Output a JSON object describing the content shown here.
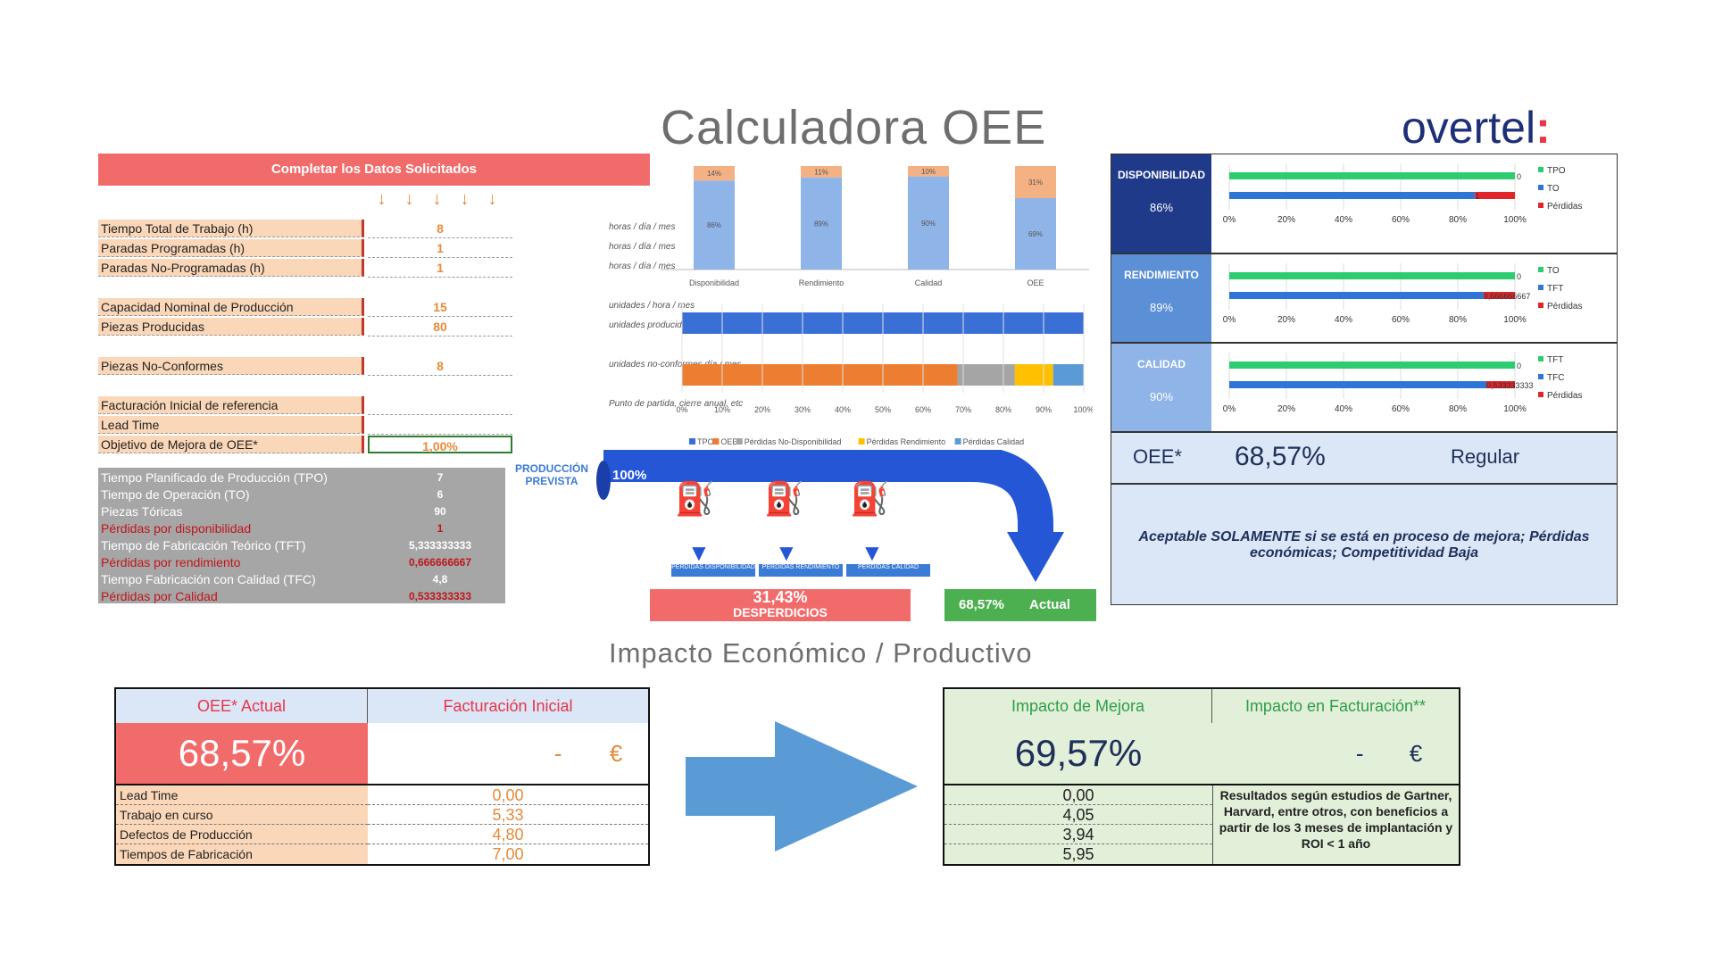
{
  "title": "Calculadora OEE",
  "logo": {
    "text": "overtel",
    "colon": ":"
  },
  "form": {
    "header": "Completar los Datos Solicitados",
    "arrows": [
      "↓",
      "↓",
      "↓",
      "↓",
      "↓"
    ],
    "rows": [
      {
        "label": "Tiempo Total de Trabajo (h)",
        "value": "8",
        "unit": "horas / día / mes"
      },
      {
        "label": "Paradas Programadas (h)",
        "value": "1",
        "unit": "horas / día / mes"
      },
      {
        "label": "Paradas No-Programadas (h)",
        "value": "1",
        "unit": "horas / día / mes"
      },
      {
        "label": "Capacidad Nominal de Producción",
        "value": "15",
        "unit": "unidades / hora / mes"
      },
      {
        "label": "Piezas Producidas",
        "value": "80",
        "unit": "unidades producidas día / mes"
      },
      {
        "label": "Piezas No-Conformes",
        "value": "8",
        "unit": "unidades no-conformes día / mes"
      },
      {
        "label": "Facturación Inicial de referencia",
        "value": "",
        "unit": "Punto de partida, cierre anual, etc"
      },
      {
        "label": "Lead Time",
        "value": "",
        "unit": ""
      },
      {
        "label": "Objetivo de Mejora de OEE*",
        "value": "1,00%",
        "unit": ""
      }
    ]
  },
  "calc": [
    {
      "label": "Tiempo Planificado de Producción (TPO)",
      "value": "7",
      "red": false
    },
    {
      "label": "Tiempo de Operación (TO)",
      "value": "6",
      "red": false
    },
    {
      "label": "Piezas Tóricas",
      "value": "90",
      "red": false
    },
    {
      "label": "Pérdidas por disponibilidad",
      "value": "1",
      "red": true
    },
    {
      "label": "Tiempo de Fabricación Teórico (TFT)",
      "value": "5,333333333",
      "red": false
    },
    {
      "label": "Pérdidas por rendimiento",
      "value": "0,666666667",
      "red": true
    },
    {
      "label": "Tiempo Fabricación con Calidad (TFC)",
      "value": "4,8",
      "red": false
    },
    {
      "label": "Pérdidas por Calidad",
      "value": "0,533333333",
      "red": true
    }
  ],
  "chart_data": [
    {
      "type": "bar",
      "stacked": true,
      "categories": [
        "Disponibilidad",
        "Rendimiento",
        "Calidad",
        "OEE"
      ],
      "series": [
        {
          "values": [
            86,
            89,
            90,
            69
          ],
          "labels": [
            "86%",
            "89%",
            "90%",
            "69%"
          ]
        },
        {
          "values": [
            14,
            11,
            10,
            31
          ],
          "labels": [
            "14%",
            "11%",
            "10%",
            "31%"
          ]
        }
      ],
      "colors": {
        "base": "#8fb4e8",
        "top": "#f4b183"
      }
    },
    {
      "type": "bar",
      "orientation": "horizontal",
      "stacked": true,
      "xticks": [
        "0%",
        "10%",
        "20%",
        "30%",
        "40%",
        "50%",
        "60%",
        "70%",
        "80%",
        "90%",
        "100%"
      ],
      "legend": [
        "TPO",
        "OEE",
        "Pérdidas No-Disponibilidad",
        "Pérdidas Rendimiento",
        "Pérdidas Calidad"
      ],
      "bars": [
        {
          "segments": [
            100
          ]
        },
        {
          "segments": [
            68.57,
            14.29,
            9.52,
            7.62
          ]
        }
      ],
      "colors": [
        "#3a6fd6",
        "#ed7d31",
        "#a5a5a5",
        "#ffc000",
        "#5b9bd5"
      ]
    },
    {
      "type": "bar",
      "orientation": "horizontal",
      "section": "DISPONIBILIDAD",
      "percent": "86%",
      "xticks": [
        "0%",
        "20%",
        "40%",
        "60%",
        "80%",
        "100%"
      ],
      "legend": [
        "TPO",
        "TO",
        "Pérdidas"
      ],
      "bars": [
        {
          "name": "TPO",
          "value": 100
        },
        {
          "name": "TO",
          "value": 86,
          "loss": 14
        }
      ],
      "point_labels": [
        "0",
        "1"
      ]
    },
    {
      "type": "bar",
      "orientation": "horizontal",
      "section": "RENDIMIENTO",
      "percent": "89%",
      "xticks": [
        "0%",
        "20%",
        "40%",
        "60%",
        "80%",
        "100%"
      ],
      "legend": [
        "TO",
        "TFT",
        "Pérdidas"
      ],
      "bars": [
        {
          "name": "TO",
          "value": 100
        },
        {
          "name": "TFT",
          "value": 89,
          "loss": 11
        }
      ],
      "point_labels": [
        "0",
        "0,666666667"
      ]
    },
    {
      "type": "bar",
      "orientation": "horizontal",
      "section": "CALIDAD",
      "percent": "90%",
      "xticks": [
        "0%",
        "20%",
        "40%",
        "60%",
        "80%",
        "100%"
      ],
      "legend": [
        "TFT",
        "TFC",
        "Pérdidas"
      ],
      "bars": [
        {
          "name": "TFT",
          "value": 100
        },
        {
          "name": "TFC",
          "value": 90,
          "loss": 10
        }
      ],
      "point_labels": [
        "0",
        "0,533333333"
      ]
    }
  ],
  "pipe": {
    "label": "PRODUCCIÓN PREVISTA",
    "pct": "100%",
    "losses": [
      "PÉRDIDAS DISPONIBILIDAD",
      "PÉRDIDAS RENDIMIENTO",
      "PÉRDIDAS CALIDAD"
    ],
    "waste_pct": "31,43%",
    "waste_label": "DESPERDICIOS",
    "actual_pct": "68,57%",
    "actual_label": "Actual"
  },
  "oee": {
    "label": "OEE*",
    "value": "68,57%",
    "rating": "Regular",
    "note": "Aceptable SOLAMENTE si se está en proceso de mejora; Pérdidas económicas; Competitividad Baja"
  },
  "impact_title": "Impacto Económico / Productivo",
  "left_table": {
    "h1": "OEE* Actual",
    "h2": "Facturación Inicial",
    "oee": "68,57%",
    "fact_dash": "-",
    "fact_unit": "€",
    "rows": [
      {
        "label": "Lead Time",
        "value": "0,00"
      },
      {
        "label": "Trabajo en curso",
        "value": "5,33"
      },
      {
        "label": "Defectos de Producción",
        "value": "4,80"
      },
      {
        "label": "Tiempos de Fabricación",
        "value": "7,00"
      }
    ]
  },
  "right_table": {
    "h1": "Impacto de Mejora",
    "h2": "Impacto en Facturación**",
    "oee": "69,57%",
    "fact_dash": "-",
    "fact_unit": "€",
    "values": [
      "0,00",
      "4,05",
      "3,94",
      "5,95"
    ],
    "note": "Resultados según estudios de Gartner, Harvard, entre otros, con beneficios a partir de los 3 meses de implantación y ROI < 1 año"
  }
}
